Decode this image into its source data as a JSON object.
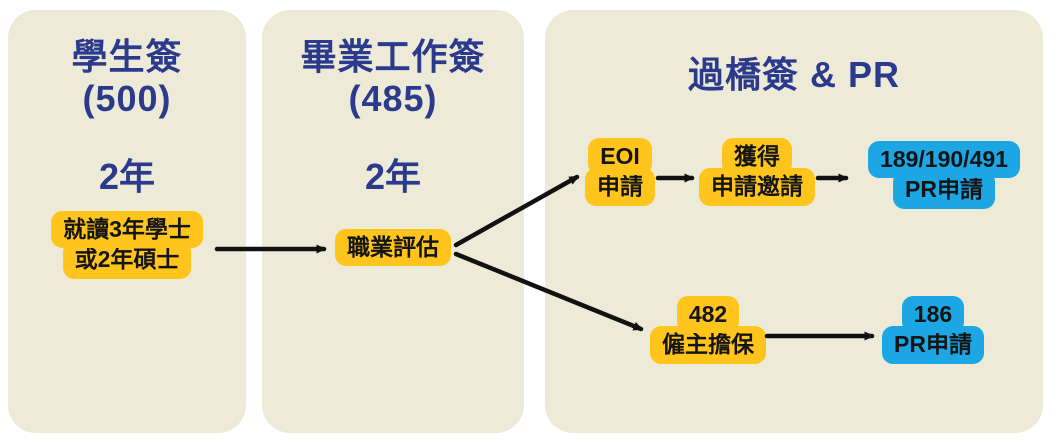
{
  "colors": {
    "page_bg": "#ffffff",
    "panel_bg": "#EDEBD7",
    "title_text": "#2B3A8D",
    "box_yellow": "#FFC51D",
    "box_blue": "#1CA6E3",
    "box_text": "#141414",
    "arrow": "#111111"
  },
  "panels": {
    "student": {
      "title": "學生簽",
      "code": "(500)",
      "duration": "2年",
      "study_box": {
        "line1": "就讀3年學士",
        "line2": "或2年碩士"
      }
    },
    "graduate": {
      "title": "畢業工作簽",
      "code": "(485)",
      "duration": "2年",
      "assessment_box": {
        "line1": "職業評估"
      }
    },
    "bridging": {
      "title": "過橋簽 & PR",
      "eoi_box": {
        "line1": "EOI",
        "line2": "申請"
      },
      "invitation_box": {
        "line1": "獲得",
        "line2": "申請邀請"
      },
      "pr_skilled_box": {
        "line1": "189/190/491",
        "line2": "PR申請"
      },
      "employer_box": {
        "line1": "482",
        "line2": "僱主擔保"
      },
      "pr_employer_box": {
        "line1": "186",
        "line2": "PR申請"
      }
    }
  },
  "edges": [
    {
      "from": "study_box",
      "to": "assessment_box"
    },
    {
      "from": "assessment_box",
      "to": "eoi_box"
    },
    {
      "from": "assessment_box",
      "to": "employer_box"
    },
    {
      "from": "eoi_box",
      "to": "invitation_box"
    },
    {
      "from": "invitation_box",
      "to": "pr_skilled_box"
    },
    {
      "from": "employer_box",
      "to": "pr_employer_box"
    }
  ]
}
